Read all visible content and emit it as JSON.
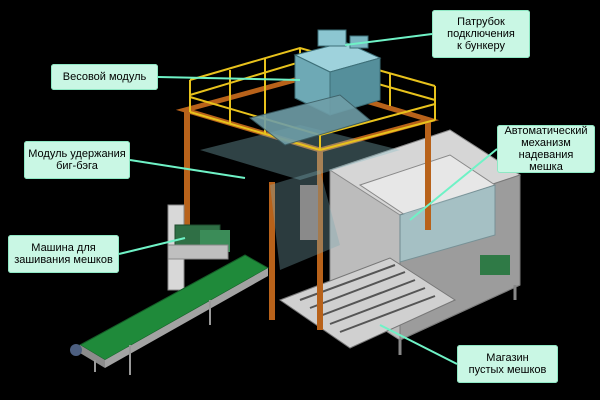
{
  "labels": {
    "hopper": "Патрубок\nподключения\nк бункеру",
    "weighing": "Весовой модуль",
    "holding": "Модуль удержания\nбиг-бэга",
    "auto": "Автоматический\nмеханизм надевания\nмешка",
    "sewing": "Машина для\nзашивания мешков",
    "magazine": "Магазин\nпустых мешков"
  },
  "colors": {
    "background": "#000000",
    "label_fill": "#c9f7e4",
    "leader_line": "#6ff2c6",
    "frame_orange": "#b8621a",
    "railing_yellow": "#e8c21c",
    "conveyor_green": "#1f8a3a",
    "hopper_teal": "#7ab8c4",
    "machine_grey": "#b8b8b8"
  }
}
